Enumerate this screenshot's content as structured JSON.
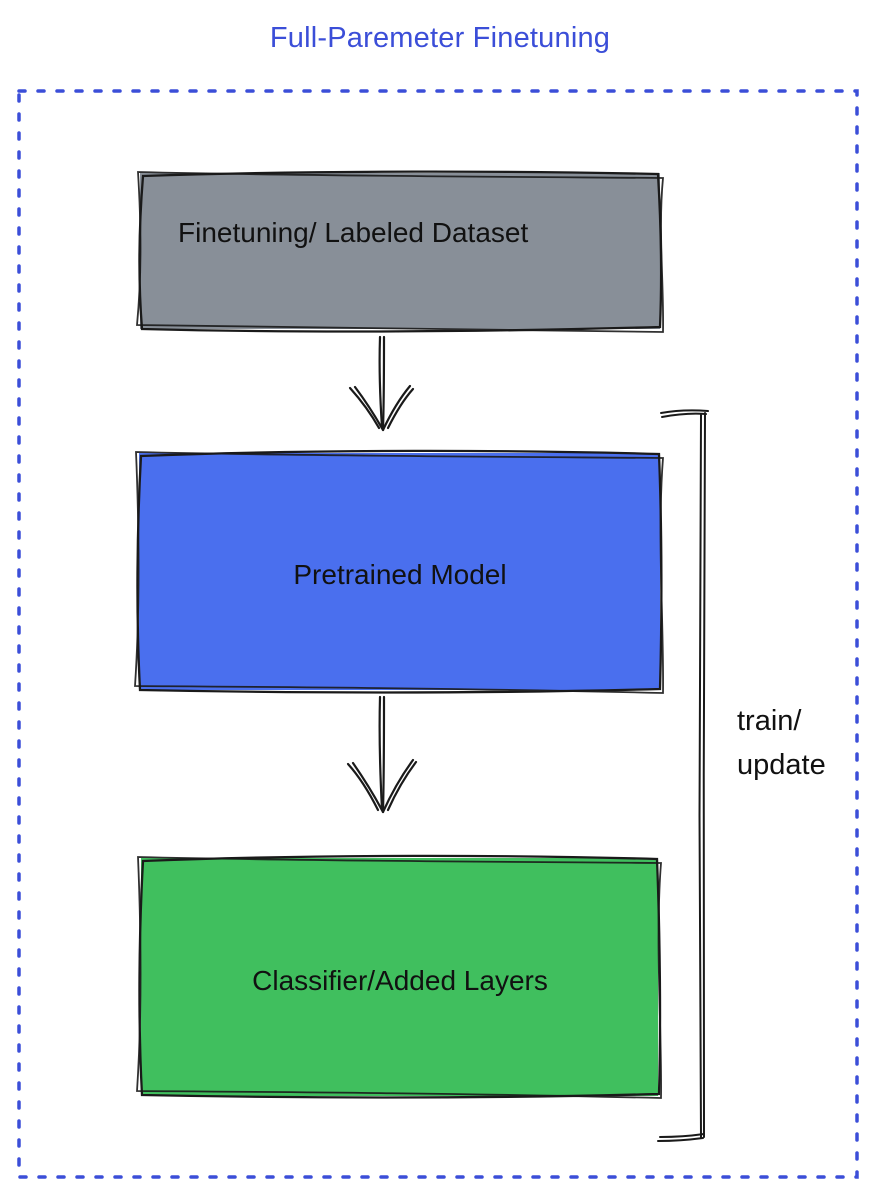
{
  "title": {
    "text": "Full-Paremeter Finetuning"
  },
  "colors": {
    "accent_blue": "#3b4ed8",
    "box_dataset_fill": "#888f98",
    "box_pretrained_fill": "#4a6fee",
    "box_classifier_fill": "#40bf5e",
    "stroke_black": "#1a1a1a",
    "text_black": "#111111"
  },
  "diagram": {
    "nodes": [
      {
        "id": "dataset",
        "label": "Finetuning/ Labeled Dataset"
      },
      {
        "id": "pretrained-model",
        "label": "Pretrained Model"
      },
      {
        "id": "classifier",
        "label": "Classifier/Added Layers"
      }
    ],
    "edges": [
      {
        "from": "dataset",
        "to": "pretrained-model",
        "type": "arrow-down"
      },
      {
        "from": "pretrained-model",
        "to": "classifier",
        "type": "arrow-down"
      }
    ],
    "bracket": {
      "lines": [
        "train/",
        "update"
      ],
      "side": "right"
    }
  }
}
